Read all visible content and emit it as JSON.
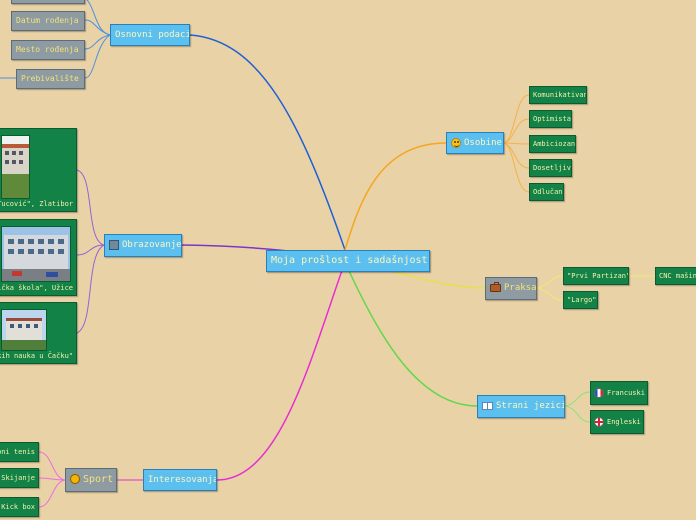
{
  "center": {
    "label": "Moja prošlost i sadašnjost"
  },
  "osnovni": {
    "label": "Osnovni podaci",
    "items": [
      "Datum rođenja",
      "Mesto rođenja",
      "Prebivalište"
    ]
  },
  "obrazovanje": {
    "label": "Obrazovanje",
    "items": [
      "\"Dimitrije Tucović\", Zlatibor",
      "\"Tehnička škola\", Užice",
      "\"...kih nauka u Čačku\""
    ]
  },
  "osobine": {
    "label": "Osobine",
    "items": [
      "Komunikativan",
      "Optimista",
      "Ambiciozan",
      "Dosetljiv",
      "Odlučan"
    ]
  },
  "praksa": {
    "label": "Praksa",
    "items": [
      "\"Prvi Partizan\"",
      "\"Largo\""
    ],
    "sub": "CNC mašine"
  },
  "jezici": {
    "label": "Strani jezici",
    "items": [
      "Francuski",
      "Engleski"
    ]
  },
  "interesovanja": {
    "label": "Interesovanja",
    "sport": "Sport",
    "items": [
      "Stoni tenis",
      "Skijanje",
      "Kick box"
    ]
  },
  "colors": {
    "background": "#e9d3a6",
    "node_blue": "#5bc0f0",
    "node_grey": "#8e9ba3",
    "node_green": "#138247",
    "branch_blue": "#1f5fd6",
    "branch_orange": "#f5a623",
    "branch_yellow": "#e6e04a",
    "branch_green": "#63d64a",
    "branch_purple": "#7b35c8",
    "branch_magenta": "#e52fd4"
  }
}
